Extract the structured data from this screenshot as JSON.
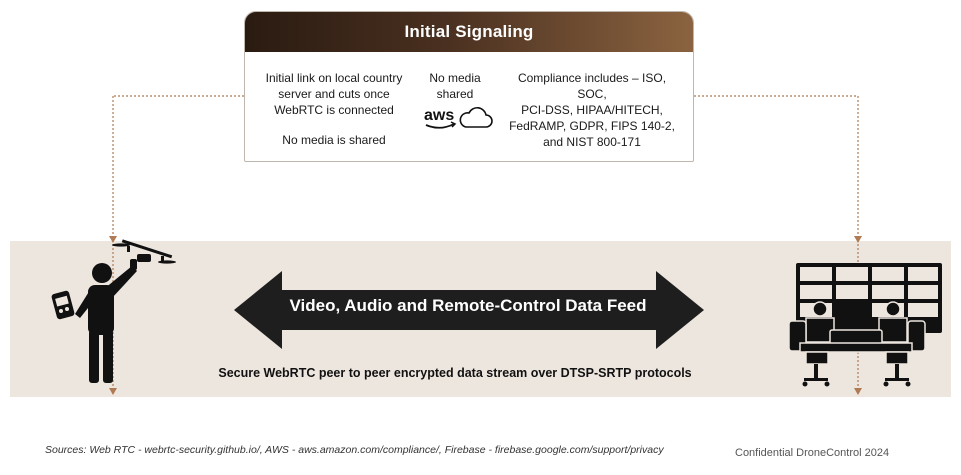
{
  "signaling": {
    "title": "Initial Signaling",
    "col1_line1": "Initial link on local country",
    "col1_line2": "server and cuts once",
    "col1_line3": "WebRTC is connected",
    "col1_note": "No media is shared",
    "col2_line1": "No media",
    "col2_line2": "shared",
    "aws_logo_text": "aws",
    "col3_line1": "Compliance includes – ISO, SOC,",
    "col3_line2": "PCI-DSS, HIPAA/HITECH,",
    "col3_line3": "FedRAMP, GDPR, FIPS 140-2,",
    "col3_line4": "and NIST 800-171"
  },
  "feed": {
    "arrow_label": "Video, Audio and Remote-Control Data Feed",
    "stream_label": "Secure WebRTC peer to peer encrypted data stream over DTSP-SRTP protocols"
  },
  "footer": {
    "sources": "Sources: Web RTC - webrtc-security.github.io/, AWS - aws.amazon.com/compliance/, Firebase - firebase.google.com/support/privacy",
    "confidential": "Confidential DroneControl 2024"
  },
  "icons": {
    "left": "drone-operator-icon",
    "right": "control-room-icon",
    "cloud": "cloud-icon"
  },
  "colors": {
    "header_dark": "#2a1b11",
    "header_light": "#8b6340",
    "band": "#ede6df",
    "arrow": "#1e1e1e",
    "connector": "#b07a52"
  }
}
